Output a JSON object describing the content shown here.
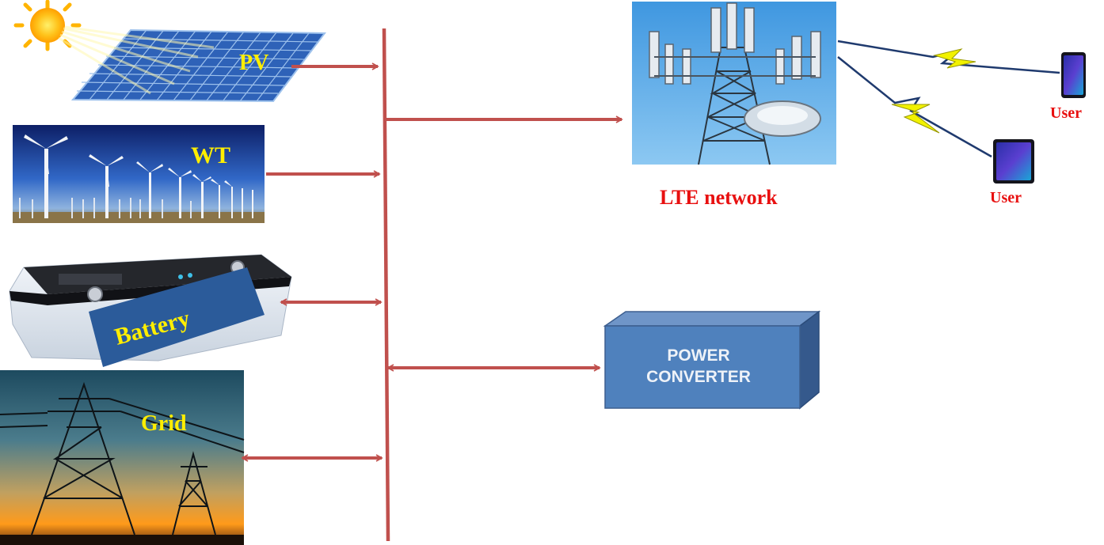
{
  "sources": {
    "pv": {
      "label": "PV"
    },
    "wt": {
      "label": "WT"
    },
    "battery": {
      "label": "Battery"
    },
    "grid": {
      "label": "Grid"
    }
  },
  "network": {
    "label": "LTE network"
  },
  "users": [
    {
      "label": "User"
    },
    {
      "label": "User"
    }
  ],
  "converter": {
    "line1": "POWER",
    "line2": "CONVERTER"
  },
  "colors": {
    "bus": "#c0504d",
    "label_yellow": "#ffee00",
    "label_red": "#e81010",
    "converter_face": "#4f81bd",
    "sky": "#5aa9e6",
    "lightning": "#f2f200"
  }
}
